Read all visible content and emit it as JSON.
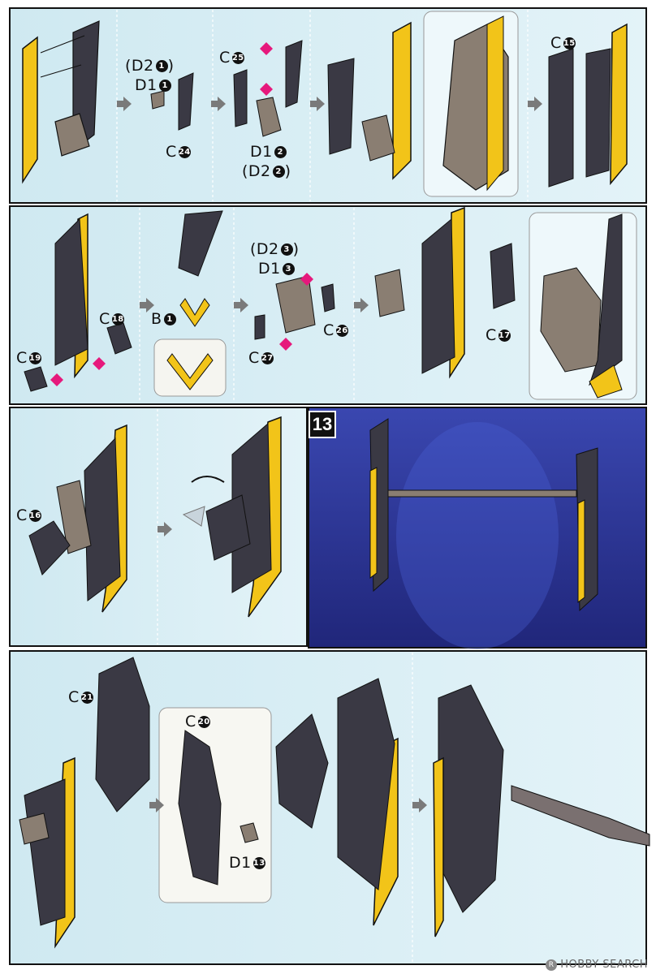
{
  "labels": {
    "d2_1_paren": "(D2",
    "d1_1": "D1",
    "c24": "C",
    "c25": "C",
    "d1_2": "D1",
    "d2_2_paren": "(D2",
    "c15": "C",
    "b1": "B",
    "c18": "C",
    "c19": "C",
    "d2_3_paren": "(D2",
    "d1_3": "D1",
    "c26": "C",
    "c27": "C",
    "c17": "C",
    "c16": "C",
    "c21": "C",
    "c20": "C",
    "d1_13": "D1"
  },
  "numbers": {
    "n1": "1",
    "n2": "2",
    "n3": "3",
    "n13": "13",
    "n24": "24",
    "n25": "25",
    "n15": "15",
    "n18": "18",
    "n19": "19",
    "n26": "26",
    "n27": "27",
    "n17": "17",
    "n16": "16",
    "n21": "21",
    "n20": "20"
  },
  "step": "13",
  "watermark": "HOBBY SEARCH",
  "watermark_mark": "R",
  "colors": {
    "panel_bg": "#d6eef5",
    "panel_bg_light": "#e6f5f9",
    "step13_bg": "#2e3591",
    "armor_dark": "#3a3944",
    "armor_yellow": "#f2c419",
    "frame_tan": "#8a7e72",
    "marker_pink": "#e6197c"
  }
}
